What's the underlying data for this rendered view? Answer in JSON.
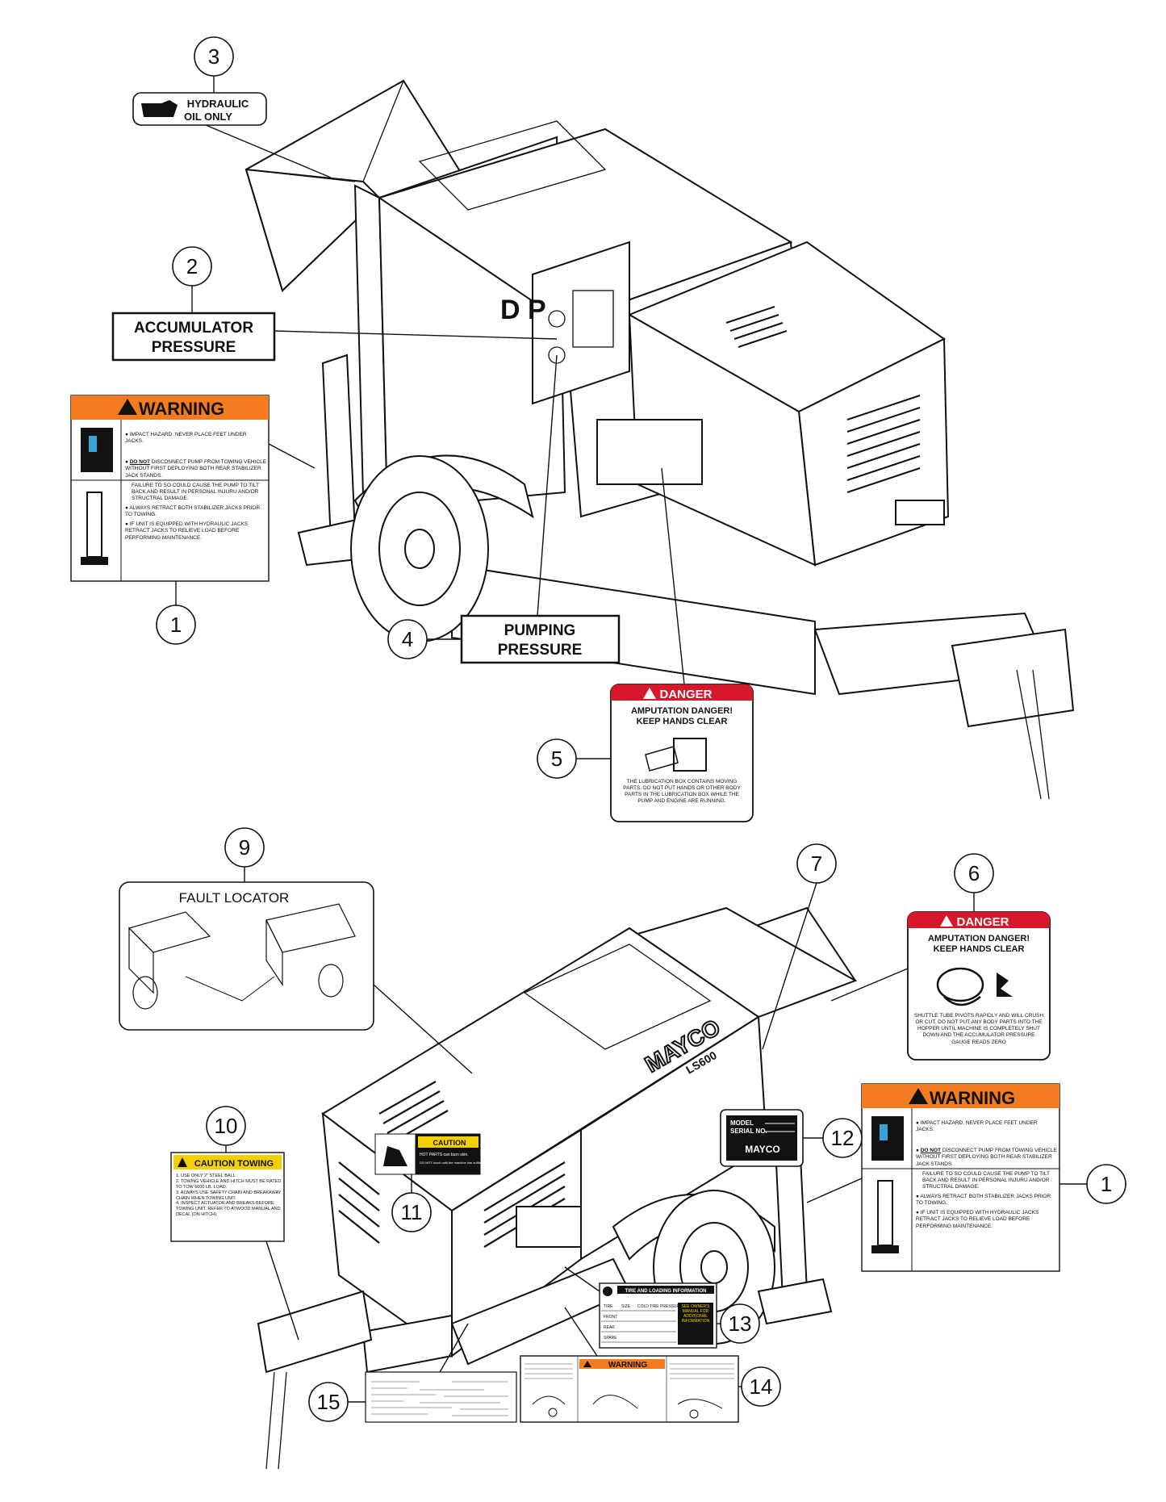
{
  "callouts": {
    "c1a": "1",
    "c2": "2",
    "c3": "3",
    "c4": "4",
    "c5": "5",
    "c6": "6",
    "c7": "7",
    "c9": "9",
    "c10": "10",
    "c11": "11",
    "c12": "12",
    "c13": "13",
    "c14": "14",
    "c15": "15",
    "c1b": "1"
  },
  "decals": {
    "hydraulic": {
      "line1": "HYDRAULIC",
      "line2": "OIL ONLY"
    },
    "accumulator": {
      "line1": "ACCUMULATOR",
      "line2": "PRESSURE"
    },
    "pumping": {
      "line1": "PUMPING",
      "line2": "PRESSURE"
    },
    "warning": {
      "title": "WARNING",
      "bullet1": "IMPACT HAZARD. NEVER PLACE FEET UNDER JACKS.",
      "bullet2_strong": "DO NOT",
      "bullet2": " DISCONNECT PUMP FROM TOWING VEHICLE WITHOUT FIRST DEPLOYING BOTH REAR STABILIZER JACK STANDS.",
      "bullet2b": "FAILURE TO SO COULD CAUSE THE PUMP TO TILT BACK AND RESULT IN PERSONAL INJURU AND/OR STRUCTRAL DAMAGE.",
      "bullet3": "ALWAYS RETRACT BOTH STABILIZER JACKS PRIOR TO TOWING.",
      "bullet4": "IF UNIT IS EQUIPPED WITH HYDRAULIC JACKS RETRACT JACKS TO RELIEVE LOAD BEFORE PERFORMING MAINTENANCE."
    },
    "danger5": {
      "title": "DANGER",
      "line1": "AMPUTATION DANGER!",
      "line2": "KEEP HANDS CLEAR",
      "body": "THE LUBRICATION BOX CONTAINS MOVING PARTS. DO NOT PUT HANDS OR OTHER BODY PARTS IN THE LUBRICATION BOX WHILE THE PUMP AND ENGINE ARE RUNNING."
    },
    "danger6": {
      "title": "DANGER",
      "line1": "AMPUTATION DANGER!",
      "line2": "KEEP HANDS CLEAR",
      "body": "SHUTTLE TUBE PIVOTS RAPIDLY AND WILL CRUSH OR CUT. DO NOT PUT ANY BODY PARTS INTO THE HOPPER UNTIL MACHINE IS COMPLETELY SHUT DOWN AND THE ACCUMULATOR PRESSURE GAUGE READS ZERO"
    },
    "fault": {
      "title": "FAULT LOCATOR"
    },
    "towing": {
      "title": "CAUTION TOWING",
      "items": [
        "1. USE ONLY 2\" STEEL BALL.",
        "2. TOWING VEHICLE AND HITCH MUST BE RATED TO TOW 6000 LB. LOAD.",
        "3. ALWAYS USE SAFETY CHAIN AND BREAKAWAY CHAIN WHEN TOWING UNIT.",
        "4. INSPECT ACTUATOR AND BREAKS BEFORE TOWING UNIT. REFER TO ATWOOD MANUAL AND DECAL (ON HITCH)."
      ]
    },
    "caution11": {
      "title": "CAUTION",
      "line1": "HOT PARTS can burn skin.",
      "line2": "DO NOT touch until the machine has sufficiently cooled."
    },
    "serial": {
      "line1": "MODEL",
      "line2": "SERIAL NO.",
      "brand": "MAYCO"
    },
    "tire": {
      "title": "TIRE AND LOADING INFORMATION",
      "col1": "TIRE",
      "col2": "SIZE",
      "col3": "COLD TIRE PRESSURE",
      "rows": [
        "FRONT",
        "REAR",
        "SPARE"
      ],
      "see": "SEE OWNER'S MANUAL FOR ADDITIONAL INFORMATION"
    },
    "warning14": {
      "title": "WARNING"
    },
    "machine": {
      "dcp": "D P",
      "brand": "MAYCO",
      "model": "LS600"
    }
  }
}
